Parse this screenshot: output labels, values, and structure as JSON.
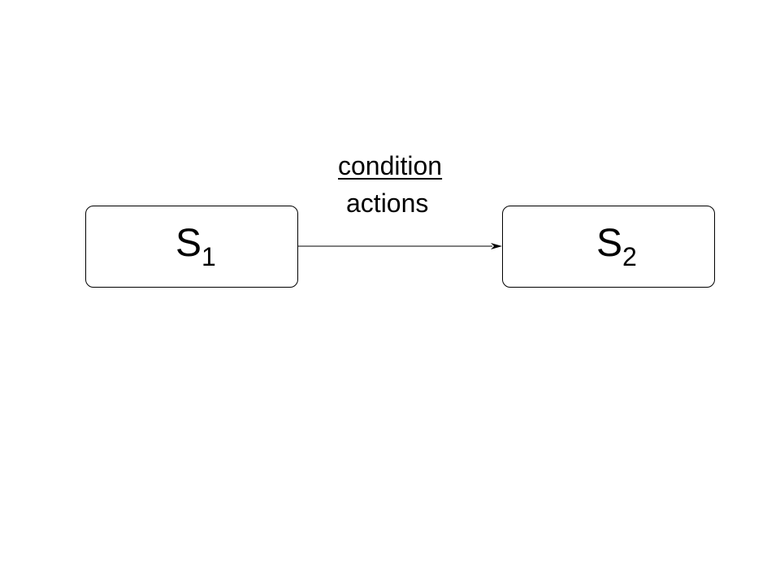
{
  "states": [
    {
      "name": "S",
      "subscript": "1"
    },
    {
      "name": "S",
      "subscript": "2"
    }
  ],
  "transition": {
    "condition": "condition",
    "actions": "actions"
  }
}
